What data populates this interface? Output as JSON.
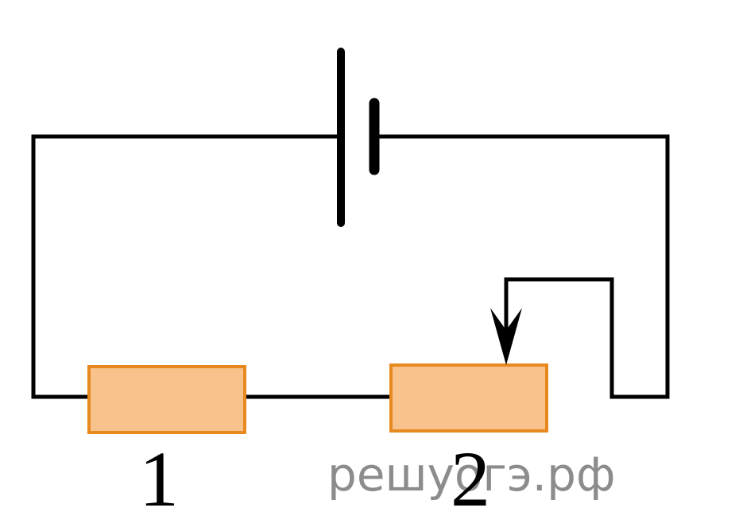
{
  "diagram": {
    "labels": {
      "resistor_1": "1",
      "resistor_2": "2"
    },
    "watermark": "решуогэ.рф",
    "colors": {
      "wire": "#000000",
      "resistor_fill": "#f7c28c",
      "resistor_stroke": "#e8891f",
      "watermark": "#8c8c8c"
    }
  }
}
